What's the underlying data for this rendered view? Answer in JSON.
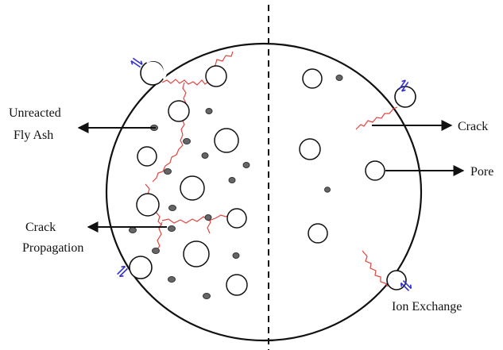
{
  "labels": {
    "unreacted_line1": "Unreacted",
    "unreacted_line2": "Fly Ash",
    "crack_prop_line1": "Crack",
    "crack_prop_line2": "Propagation",
    "crack": "Crack",
    "pore": "Pore",
    "ion_exchange": "Ion Exchange"
  },
  "colors": {
    "outline": "#111111",
    "crack": "#e0463f",
    "ion_arrow": "#2f2fd6",
    "particle_fill": "#666666",
    "particle_stroke": "#333333",
    "pore_stroke": "#111111"
  },
  "icons": {
    "ion_exchange": "double-arrow-icon",
    "particle": "fly-ash-particle-icon",
    "pore": "pore-icon"
  }
}
